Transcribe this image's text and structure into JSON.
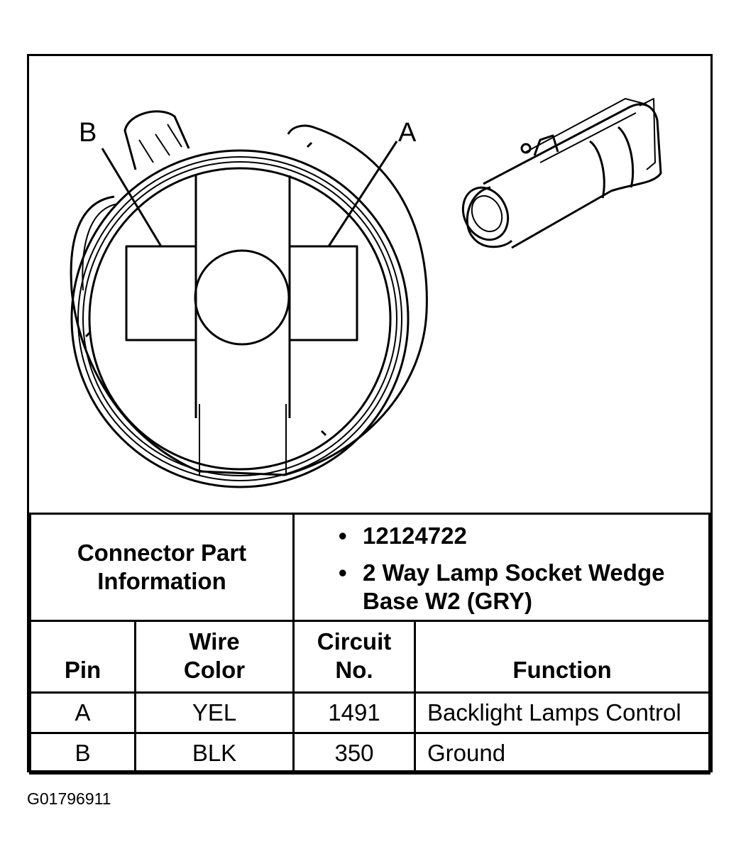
{
  "diagram": {
    "pin_label_a": "A",
    "pin_label_b": "B"
  },
  "connector_info": {
    "label_line1": "Connector Part",
    "label_line2": "Information",
    "bullet": "•",
    "part_number": "12124722",
    "description_line1": "2 Way Lamp Socket Wedge",
    "description_line2": "Base W2 (GRY)"
  },
  "table": {
    "headers": {
      "pin": "Pin",
      "wire_color_line1": "Wire",
      "wire_color_line2": "Color",
      "circuit_line1": "Circuit",
      "circuit_line2": "No.",
      "function": "Function"
    },
    "rows": [
      {
        "pin": "A",
        "wire_color": "YEL",
        "circuit": "1491",
        "function": "Backlight Lamps Control"
      },
      {
        "pin": "B",
        "wire_color": "BLK",
        "circuit": "350",
        "function": "Ground"
      }
    ]
  },
  "figure_code": "G01796911"
}
